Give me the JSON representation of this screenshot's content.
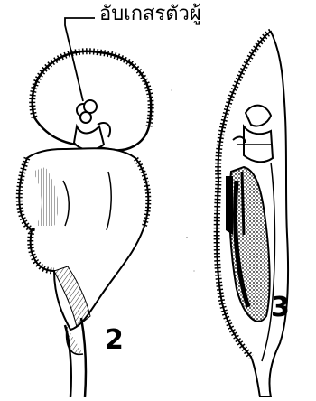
{
  "annotation": {
    "label": "อับเกสรตัวผู้"
  },
  "figures": [
    {
      "number": "2"
    },
    {
      "number": "3"
    }
  ]
}
